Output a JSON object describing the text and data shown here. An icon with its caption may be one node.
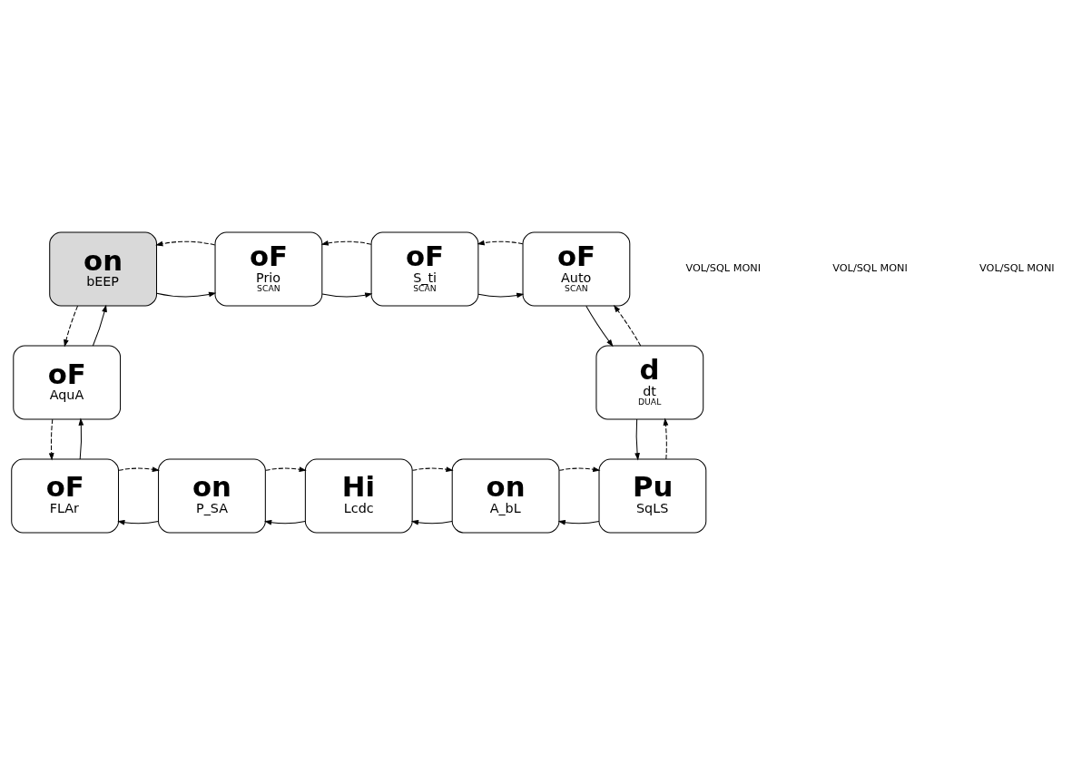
{
  "diagram": {
    "nodes": [
      {
        "text": [
          "on",
          "bEEP"
        ]
      },
      {
        "text": [
          "oF",
          "Prio",
          "SCAN"
        ]
      },
      {
        "text": [
          "oF",
          "S_ti",
          "SCAN"
        ]
      },
      {
        "text": [
          "oF",
          "Auto",
          "SCAN"
        ]
      },
      {
        "text": [
          "oF",
          "AquA"
        ]
      },
      {
        "text": [
          "d",
          "dt",
          "DUAL"
        ]
      },
      {
        "text": [
          "oF",
          "FLAr"
        ]
      },
      {
        "text": [
          "on",
          "P_SA"
        ]
      },
      {
        "text": [
          "Hi",
          "Lcdc"
        ]
      },
      {
        "text": [
          "on",
          "A_bL"
        ]
      },
      {
        "text": [
          "Pu",
          "SqLS"
        ]
      }
    ],
    "edges": [
      {
        "from": 0,
        "to": 1,
        "arrow": "to"
      },
      {
        "from": 1,
        "to": 0,
        "arrow": "to",
        "style": "dashed"
      },
      {
        "from": 1,
        "to": 2,
        "arrow": "to"
      },
      {
        "from": 2,
        "to": 1,
        "arrow": "to",
        "style": "dashed"
      },
      {
        "from": 2,
        "to": 3,
        "arrow": "to"
      },
      {
        "from": 3,
        "to": 2,
        "arrow": "to",
        "style": "dashed"
      },
      {
        "from": 3,
        "to": 5,
        "arrow": "to"
      },
      {
        "from": 5,
        "to": 3,
        "arrow": "to",
        "style": "dashed"
      },
      {
        "from": 5,
        "to": 10,
        "arrow": "to"
      },
      {
        "from": 10,
        "to": 5,
        "arrow": "to",
        "style": "dashed"
      },
      {
        "from": 10,
        "to": 9,
        "arrow": "to"
      },
      {
        "from": 9,
        "to": 10,
        "arrow": "to",
        "style": "dashed"
      },
      {
        "from": 9,
        "to": 8,
        "arrow": "to"
      },
      {
        "from": 8,
        "to": 9,
        "arrow": "to",
        "style": "dashed"
      },
      {
        "from": 8,
        "to": 7,
        "arrow": "to"
      },
      {
        "from": 7,
        "to": 8,
        "arrow": "to",
        "style": "dashed"
      },
      {
        "from": 7,
        "to": 6,
        "arrow": "to"
      },
      {
        "from": 6,
        "to": 7,
        "arrow": "to",
        "style": "dashed"
      },
      {
        "from": 6,
        "to": 4,
        "arrow": "to"
      },
      {
        "from": 4,
        "to": 6,
        "arrow": "to",
        "style": "dashed"
      },
      {
        "from": 4,
        "to": 0,
        "arrow": "to"
      },
      {
        "from": 0,
        "to": 4,
        "arrow": "to",
        "style": "dashed"
      }
    ],
    "labels": [
      "VOL/SQL MONI",
      "VOL/SQL MONI",
      "VOL/SQL MONI"
    ]
  }
}
